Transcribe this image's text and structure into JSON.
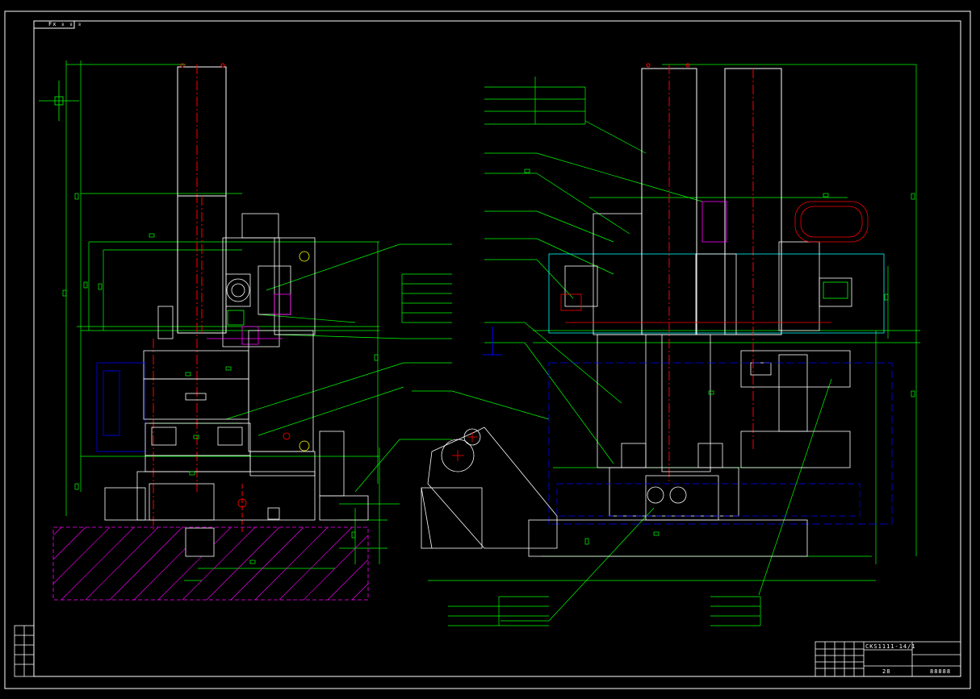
{
  "drawing": {
    "corner_tag": "Fx ₈ ₈ ₈",
    "title_block": {
      "drawing_number": "CKS1111-14/1",
      "sheet_code": "88888",
      "scale_note": "28"
    },
    "colors": {
      "background": "#000000",
      "frame": "#ffffff",
      "dimension": "#00ff00",
      "centerline": "#ff0000",
      "hidden": "#0000ff",
      "hatch": "#ff00ff",
      "cyan": "#00ffff",
      "magenta": "#ff00ff",
      "yellow": "#ffff00"
    }
  }
}
